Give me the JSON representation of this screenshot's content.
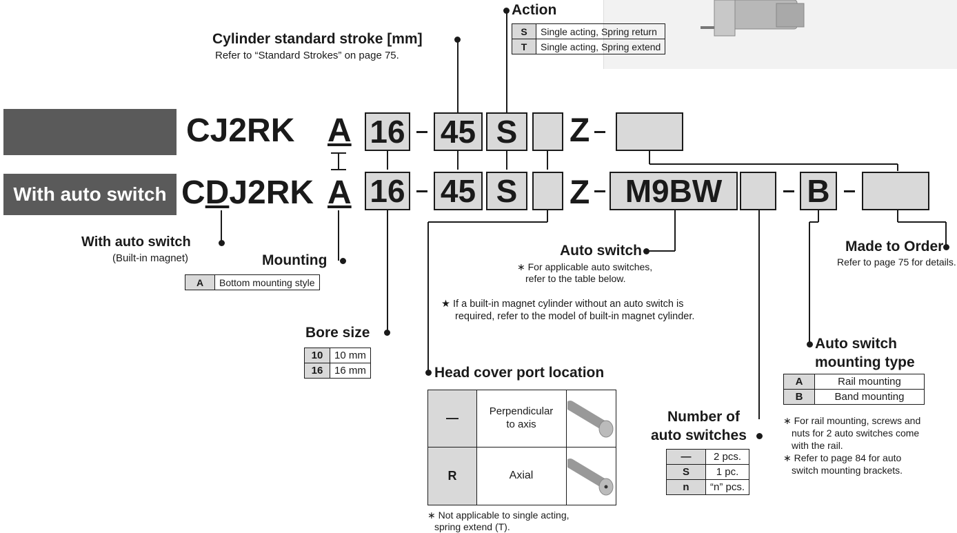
{
  "model_rows": {
    "base": {
      "prefix": "CJ2RK",
      "mounting": "A",
      "bore": "16",
      "stroke": "45",
      "action": "S",
      "suffix": "Z"
    },
    "auto": {
      "tab_label": "With auto switch",
      "prefix_c": "C",
      "prefix_d": "D",
      "prefix_rest": "J2RK",
      "mounting": "A",
      "bore": "16",
      "stroke": "45",
      "action": "S",
      "suffix": "Z",
      "switch": "M9BW",
      "mount_type": "B"
    }
  },
  "action": {
    "title": "Action",
    "rows": [
      {
        "code": "S",
        "desc": "Single acting, Spring return"
      },
      {
        "code": "T",
        "desc": "Single acting, Spring extend"
      }
    ]
  },
  "stroke": {
    "title": "Cylinder standard stroke [mm]",
    "note": "Refer to “Standard Strokes” on page 75."
  },
  "with_auto_switch": {
    "title": "With auto switch",
    "note": "(Built-in magnet)"
  },
  "mounting": {
    "title": "Mounting",
    "rows": [
      {
        "code": "A",
        "desc": "Bottom mounting style"
      }
    ]
  },
  "bore": {
    "title": "Bore size",
    "rows": [
      {
        "code": "10",
        "desc": "10 mm"
      },
      {
        "code": "16",
        "desc": "16 mm"
      }
    ]
  },
  "auto_switch": {
    "title": "Auto switch",
    "note1": "∗ For applicable auto switches,",
    "note2": "refer to the table below.",
    "star1": "★ If a built-in magnet cylinder without an auto switch is",
    "star2": "required, refer to the model of built-in magnet cylinder."
  },
  "made_to_order": {
    "title": "Made to Order",
    "note": "Refer to page 75 for details."
  },
  "head_cover": {
    "title": "Head cover port location",
    "rows": [
      {
        "code": "—",
        "desc1": "Perpendicular",
        "desc2": "to axis"
      },
      {
        "code": "R",
        "desc1": "Axial",
        "desc2": ""
      }
    ],
    "note1": "∗ Not applicable to single acting,",
    "note2": "spring extend (T)."
  },
  "num_switches": {
    "title1": "Number of",
    "title2": "auto switches",
    "rows": [
      {
        "code": "—",
        "desc": "2 pcs."
      },
      {
        "code": "S",
        "desc": "1 pc."
      },
      {
        "code": "n",
        "desc": "“n” pcs."
      }
    ]
  },
  "mount_type": {
    "title1": "Auto switch",
    "title2": "mounting type",
    "rows": [
      {
        "code": "A",
        "desc": "Rail mounting"
      },
      {
        "code": "B",
        "desc": "Band mounting"
      }
    ],
    "note1": "∗ For rail mounting, screws and",
    "note2": "nuts for 2 auto switches come",
    "note3": "with the rail.",
    "note4": "∗ Refer to page 84 for auto",
    "note5": "switch mounting brackets."
  },
  "colors": {
    "box_fill": "#d9d9d9",
    "dark_tab": "#5a5a5a",
    "ink": "#1a1a1a"
  }
}
